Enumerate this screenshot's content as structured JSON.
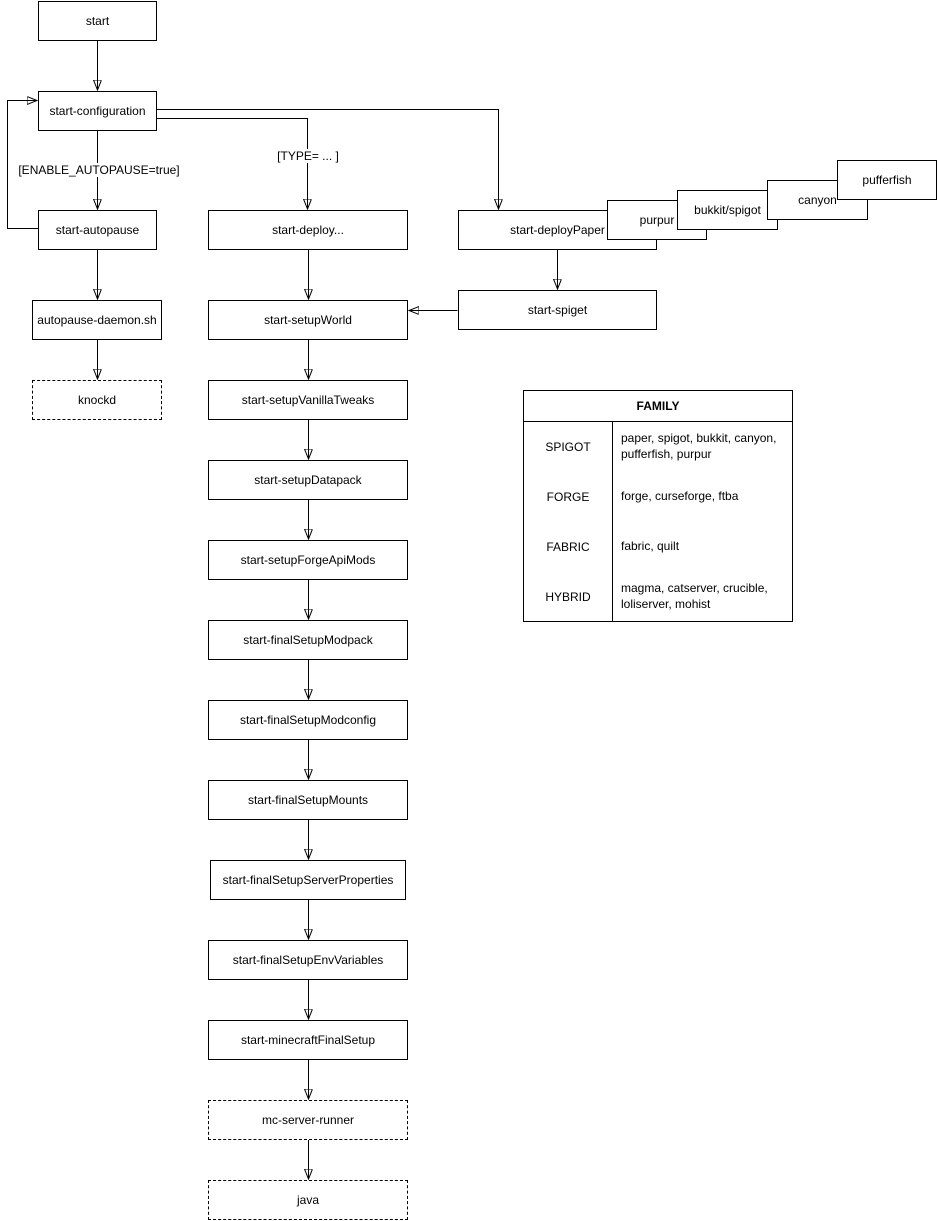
{
  "diagram": {
    "nodes": {
      "start": {
        "label": "start"
      },
      "start_configuration": {
        "label": "start-configuration"
      },
      "start_autopause": {
        "label": "start-autopause"
      },
      "autopause_daemon": {
        "label": "autopause-daemon.sh"
      },
      "knockd": {
        "label": "knockd"
      },
      "start_deploy": {
        "label": "start-deploy..."
      },
      "start_setupWorld": {
        "label": "start-setupWorld"
      },
      "start_setupVanillaTweaks": {
        "label": "start-setupVanillaTweaks"
      },
      "start_setupDatapack": {
        "label": "start-setupDatapack"
      },
      "start_setupForgeApiMods": {
        "label": "start-setupForgeApiMods"
      },
      "start_finalSetupModpack": {
        "label": "start-finalSetupModpack"
      },
      "start_finalSetupModconfig": {
        "label": "start-finalSetupModconfig"
      },
      "start_finalSetupMounts": {
        "label": "start-finalSetupMounts"
      },
      "start_finalSetupServerProperties": {
        "label": "start-finalSetupServerProperties"
      },
      "start_finalSetupEnvVariables": {
        "label": "start-finalSetupEnvVariables"
      },
      "start_minecraftFinalSetup": {
        "label": "start-minecraftFinalSetup"
      },
      "mc_server_runner": {
        "label": "mc-server-runner"
      },
      "java": {
        "label": "java"
      },
      "start_deployPaper": {
        "label": "start-deployPaper"
      },
      "start_spiget": {
        "label": "start-spiget"
      },
      "purpur": {
        "label": "purpur"
      },
      "bukkit_spigot": {
        "label": "bukkit/spigot"
      },
      "canyon": {
        "label": "canyon"
      },
      "pufferfish": {
        "label": "pufferfish"
      }
    },
    "edge_labels": {
      "enable_autopause": "[ENABLE_AUTOPAUSE=true]",
      "type_condition": "[TYPE= ... ]"
    },
    "table": {
      "title": "FAMILY",
      "rows": [
        {
          "family": "SPIGOT",
          "members": "paper, spigot, bukkit, canyon, pufferfish, purpur"
        },
        {
          "family": "FORGE",
          "members": "forge, curseforge, ftba"
        },
        {
          "family": "FABRIC",
          "members": "fabric, quilt"
        },
        {
          "family": "HYBRID",
          "members": "magma, catserver, crucible, loliserver, mohist"
        }
      ]
    },
    "colors": {
      "stroke": "#000000",
      "background": "#ffffff"
    }
  }
}
